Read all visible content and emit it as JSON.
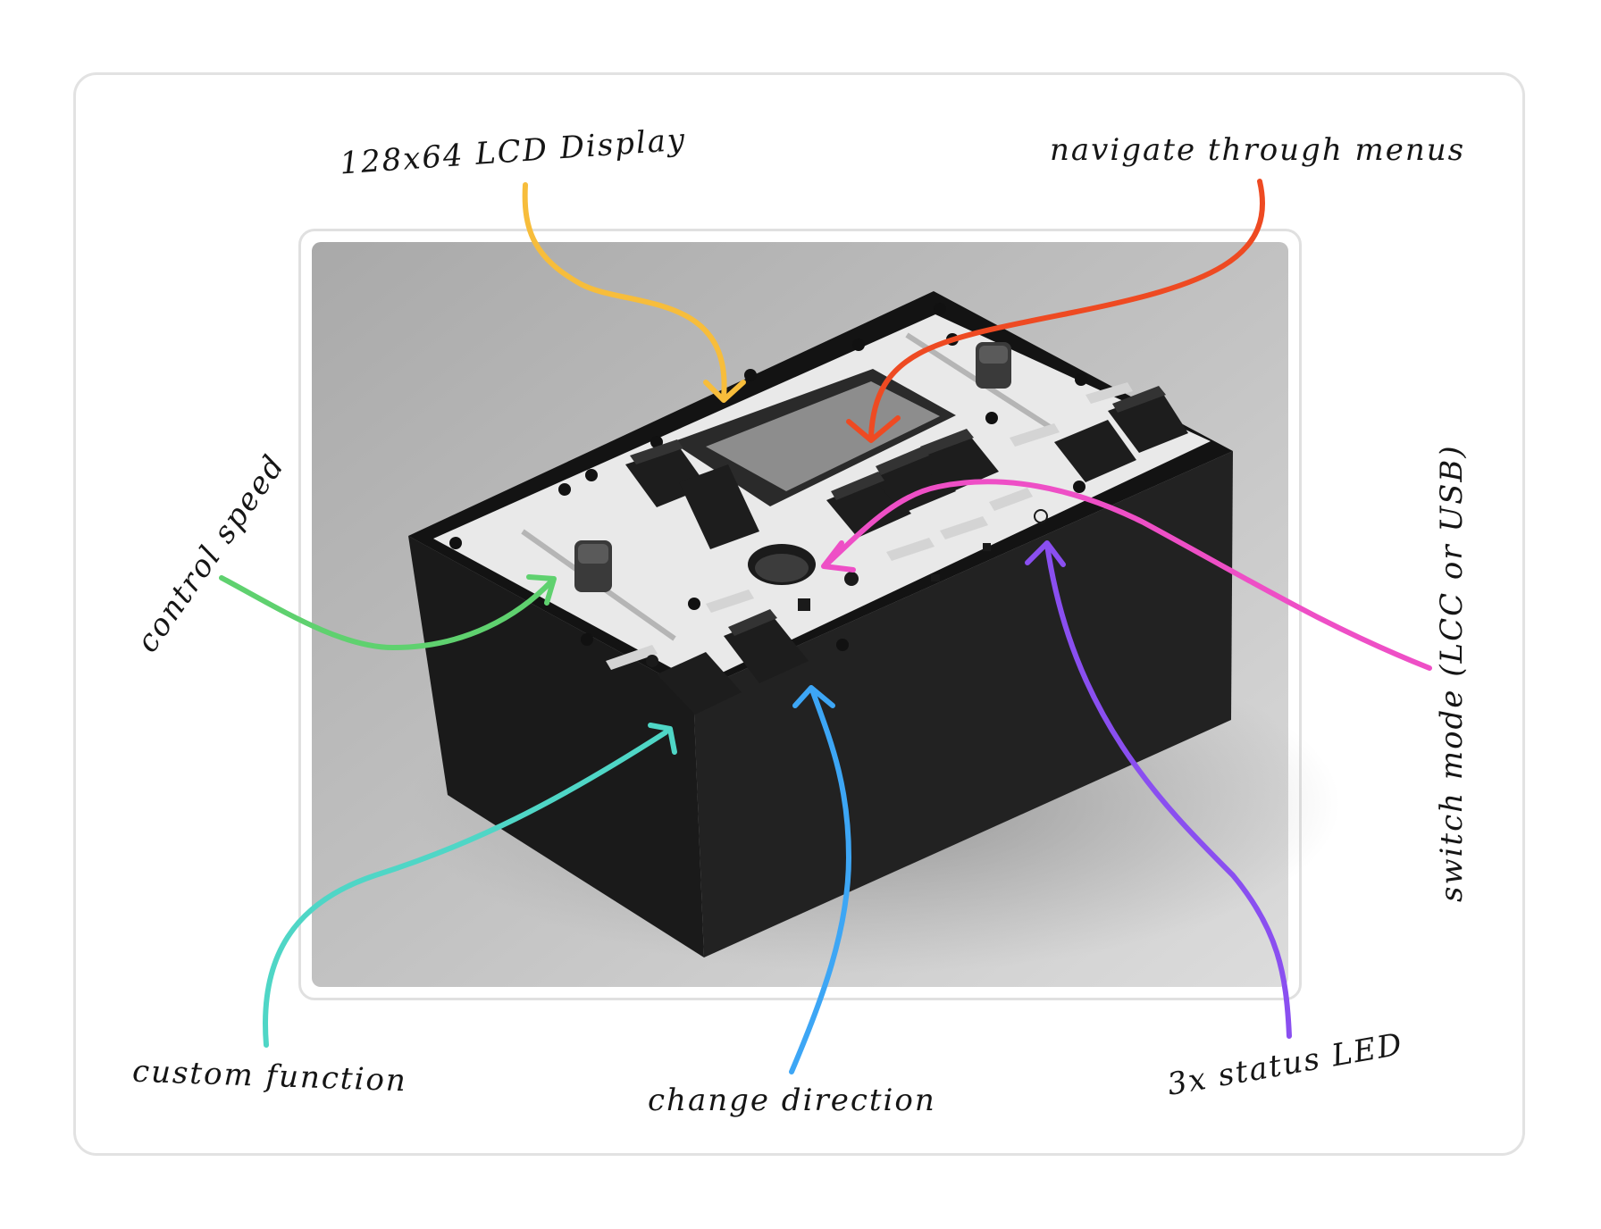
{
  "annotations": {
    "lcd_display": "128x64 LCD Display",
    "navigate_menus": "navigate through menus",
    "control_speed": "control speed",
    "switch_mode": "switch mode (LCC or USB)",
    "custom_function": "custom function",
    "change_direction": "change direction",
    "status_led": "3x status LED"
  },
  "colors": {
    "lcd_display": "#f7bd3b",
    "navigate_menus": "#ee4a22",
    "control_speed": "#5fd16f",
    "switch_mode": "#ee4fc6",
    "custom_function": "#4fd6c6",
    "change_direction": "#3da6f5",
    "status_led": "#8a4ff0"
  }
}
